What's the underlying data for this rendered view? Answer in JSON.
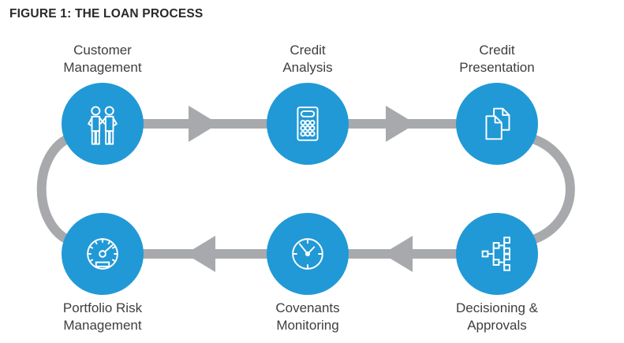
{
  "title": "FIGURE 1: THE LOAN PROCESS",
  "colors": {
    "node_blue": "#2199D6",
    "connector_gray": "#A7A9AC",
    "title_text": "#29292B",
    "label_text": "#3E3E40"
  },
  "flow": {
    "description_shape": "closed-loop",
    "top_row_direction": "left-to-right",
    "bottom_row_direction": "right-to-left"
  },
  "nodes": [
    {
      "label_line1": "Customer",
      "label_line2": "Management",
      "icon": "handshake-icon",
      "label_position": "above"
    },
    {
      "label_line1": "Credit",
      "label_line2": "Analysis",
      "icon": "calculator-icon",
      "label_position": "above"
    },
    {
      "label_line1": "Credit",
      "label_line2": "Presentation",
      "icon": "documents-icon",
      "label_position": "above"
    },
    {
      "label_line1": "Decisioning &",
      "label_line2": "Approvals",
      "icon": "decision-tree-icon",
      "label_position": "below"
    },
    {
      "label_line1": "Covenants",
      "label_line2": "Monitoring",
      "icon": "clock-icon",
      "label_position": "below"
    },
    {
      "label_line1": "Portfolio Risk",
      "label_line2": "Management",
      "icon": "gauge-icon",
      "label_position": "below"
    }
  ]
}
